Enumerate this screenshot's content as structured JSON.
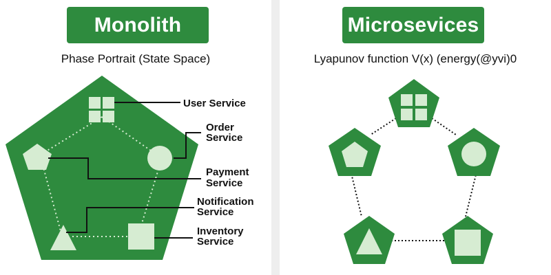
{
  "monolith": {
    "title": "Monolith",
    "subtitle": "Phase Portrait (State Space)",
    "labels": {
      "user_service": "User Service",
      "order_service_line1": "Order",
      "order_service_line2": "Service",
      "payment_service_line1": "Payment",
      "payment_service_line2": "Service",
      "notification_service_line1": "Notification",
      "notification_service_line2": "Service",
      "inventory_service_line1": "Inventory",
      "inventory_service_line2": "Service"
    }
  },
  "microservices": {
    "title": "Microsevices",
    "subtitle": "Lyapunov function V(x) (energy(@yvi)0"
  },
  "colors": {
    "brand_green": "#2e8b3e",
    "node_fill": "#d6ecd2",
    "background": "#ffffff",
    "divider": "#eeeeee"
  },
  "icons": [
    "grid-icon",
    "pentagon-icon",
    "circle-icon",
    "triangle-icon",
    "square-icon"
  ]
}
